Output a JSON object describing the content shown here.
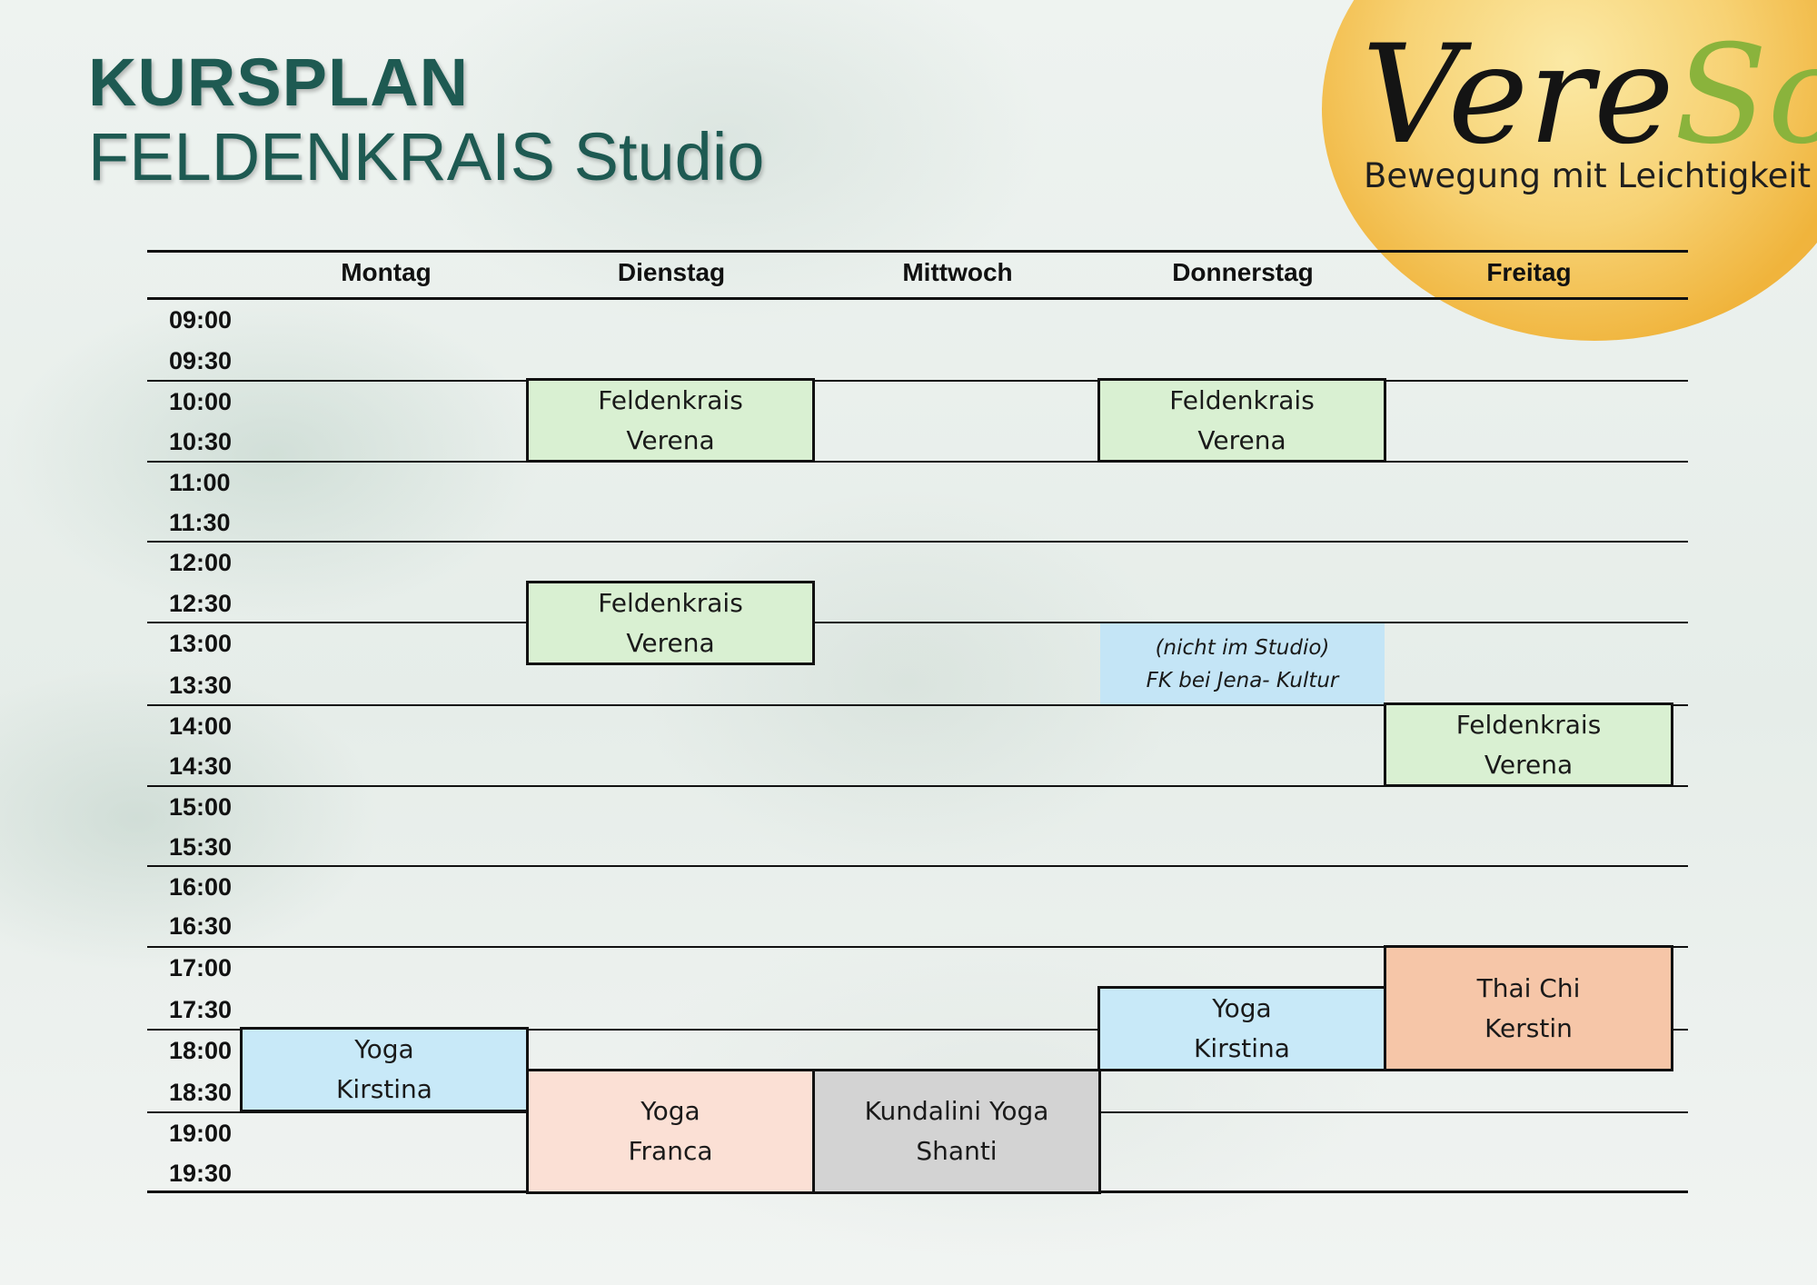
{
  "header": {
    "title": "KURSPLAN",
    "subtitle": "FELDENKRAIS Studio"
  },
  "logo": {
    "word_part1": "Vere",
    "word_part2": "Sol",
    "tagline": "Bewegung mit Leichtigkeit",
    "colors": {
      "vere": "#141414",
      "sol": "#8ab33c",
      "sun": "#f0b43c"
    }
  },
  "schedule": {
    "days": [
      "Montag",
      "Dienstag",
      "Mittwoch",
      "Donnerstag",
      "Freitag"
    ],
    "times": [
      "09:00",
      "09:30",
      "10:00",
      "10:30",
      "11:00",
      "11:30",
      "12:00",
      "12:30",
      "13:00",
      "13:30",
      "14:00",
      "14:30",
      "15:00",
      "15:30",
      "16:00",
      "16:30",
      "17:00",
      "17:30",
      "18:00",
      "18:30",
      "19:00",
      "19:30"
    ],
    "courses": [
      {
        "day": "Dienstag",
        "start": "10:00",
        "end": "11:00",
        "line1": "Feldenkrais",
        "line2": "Verena",
        "color": "#d9f0d2"
      },
      {
        "day": "Donnerstag",
        "start": "10:00",
        "end": "11:00",
        "line1": "Feldenkrais",
        "line2": "Verena",
        "color": "#d9f0d2"
      },
      {
        "day": "Dienstag",
        "start": "12:30",
        "end": "13:30",
        "line1": "Feldenkrais",
        "line2": "Verena",
        "color": "#d9f0d2"
      },
      {
        "day": "Donnerstag",
        "start": "13:00",
        "end": "14:00",
        "line1": "(nicht im Studio)",
        "line2": "FK bei Jena- Kultur",
        "color": "#c4e5f6"
      },
      {
        "day": "Freitag",
        "start": "14:00",
        "end": "15:00",
        "line1": "Feldenkrais",
        "line2": "Verena",
        "color": "#d9f0d2"
      },
      {
        "day": "Freitag",
        "start": "17:00",
        "end": "18:30",
        "line1": "Thai Chi",
        "line2": "Kerstin",
        "color": "#f6c6a8"
      },
      {
        "day": "Donnerstag",
        "start": "17:30",
        "end": "18:30",
        "line1": "Yoga",
        "line2": "Kirstina",
        "color": "#c8e9f8"
      },
      {
        "day": "Montag",
        "start": "18:00",
        "end": "19:00",
        "line1": "Yoga",
        "line2": "Kirstina",
        "color": "#c8e9f8"
      },
      {
        "day": "Dienstag",
        "start": "18:30",
        "end": "20:00",
        "line1": "Yoga",
        "line2": "Franca",
        "color": "#fbe0d5"
      },
      {
        "day": "Mittwoch",
        "start": "18:30",
        "end": "20:00",
        "line1": "Kundalini Yoga",
        "line2": "Shanti",
        "color": "#d3d3d3"
      }
    ]
  }
}
